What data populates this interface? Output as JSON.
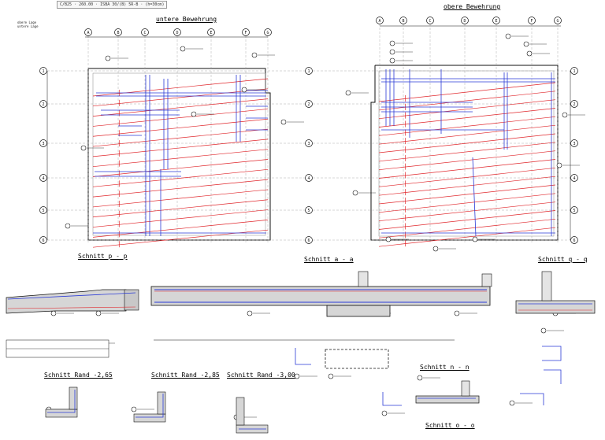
{
  "header": {
    "stamp": "C/B25 · 260.00 · ISBA 30/(B) 5R-B · (h=30cm)",
    "legend_lines": [
      "obere Lage",
      "untere Lage"
    ]
  },
  "plans": {
    "left_title": "untere Bewehrung",
    "right_title": "obere Bewehrung"
  },
  "sections": {
    "pp": "Schnitt p - p",
    "aa": "Schnitt a - a",
    "qq": "Schnitt q - q",
    "nn": "Schnitt n - n",
    "oo": "Schnitt o - o",
    "rand265": "Schnitt Rand -2,65",
    "rand285": "Schnitt Rand -2,85",
    "rand300": "Schnitt Rand -3,00"
  },
  "axes": {
    "letters": [
      "A",
      "B",
      "C",
      "D",
      "E",
      "F",
      "G"
    ],
    "numbers": [
      "1",
      "2",
      "3",
      "4",
      "5",
      "6"
    ]
  },
  "colors": {
    "red": "#e0262b",
    "blue": "#2a3ad6",
    "black": "#111111",
    "grey": "#c8c8c8"
  }
}
